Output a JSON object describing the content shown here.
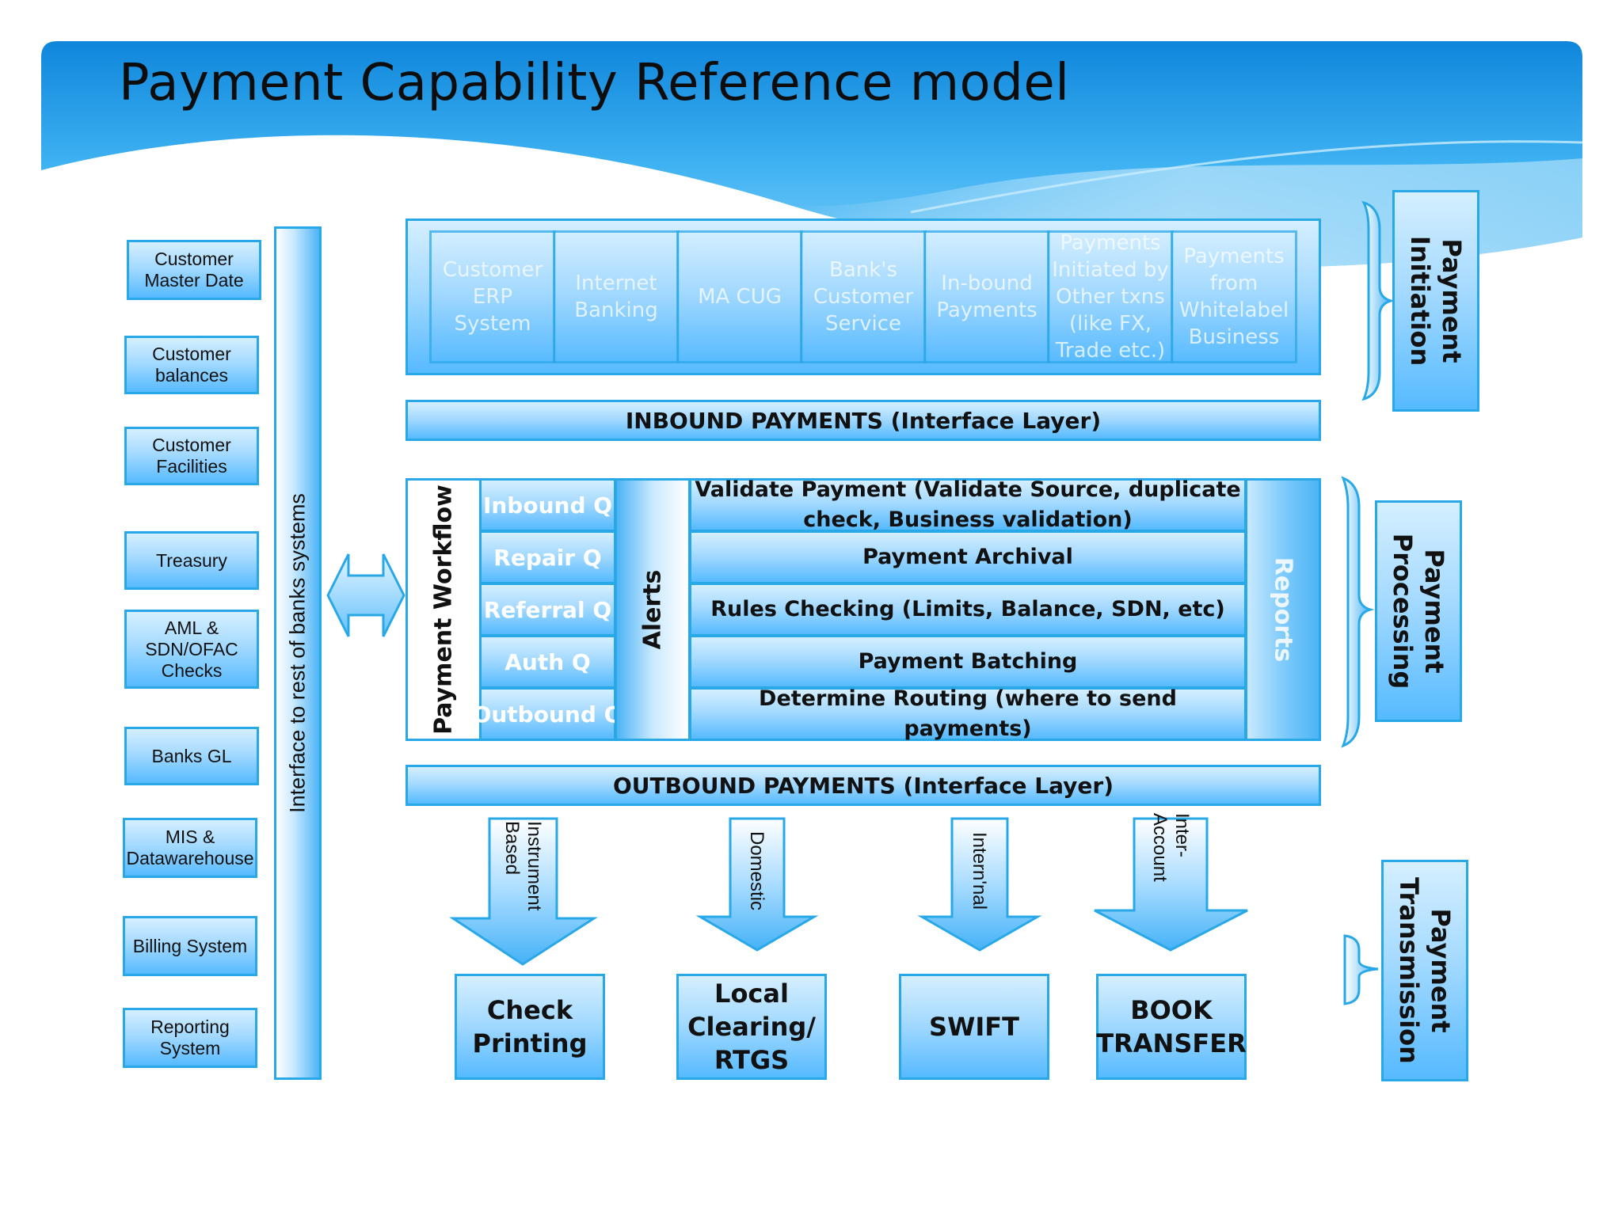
{
  "title": "Payment Capability  Reference model",
  "colors": {
    "accent": "#29a8e8",
    "box_light": "#d5efff",
    "box_dark": "#56baff",
    "header_blue": "#1a8fe0"
  },
  "bank_systems": [
    {
      "label": "Customer Master Date"
    },
    {
      "label": "Customer balances"
    },
    {
      "label": "Customer Facilities"
    },
    {
      "label": "Treasury"
    },
    {
      "label": "AML & SDN/OFAC Checks"
    },
    {
      "label": "Banks GL"
    },
    {
      "label": "MIS & Datawarehouse"
    },
    {
      "label": "Billing System"
    },
    {
      "label": "Reporting System"
    }
  ],
  "interface_bar": "Interface to rest of banks systems",
  "channels": [
    {
      "label": "Customer ERP System"
    },
    {
      "label": "Internet Banking"
    },
    {
      "label": "MA CUG"
    },
    {
      "label": "Bank's Customer Service"
    },
    {
      "label": "In-bound Payments"
    },
    {
      "label": "Payments Initiated by Other txns (like FX, Trade etc.)"
    },
    {
      "label": "Payments from Whitelabel Business"
    }
  ],
  "inbound_layer": "INBOUND PAYMENTS (Interface Layer)",
  "outbound_layer": "OUTBOUND PAYMENTS (Interface Layer)",
  "workflow_label": "Payment Workflow",
  "queues": [
    "Inbound Q",
    "Repair Q",
    "Referral Q",
    "Auth Q",
    "Outbound Q"
  ],
  "alerts_label": "Alerts",
  "reports_label": "Reports",
  "processing_steps": [
    "Validate Payment (Validate Source, duplicate check, Business validation)",
    "Payment Archival",
    "Rules Checking (Limits, Balance, SDN, etc)",
    "Payment Batching",
    "Determine Routing (where to send payments)"
  ],
  "outbound_routes": [
    {
      "arrow_label": "Instrument Based",
      "destination": "Check Printing"
    },
    {
      "arrow_label": "Domestic",
      "destination": "Local Clearing/ RTGS"
    },
    {
      "arrow_label": "Intern'nal",
      "destination": "SWIFT"
    },
    {
      "arrow_label": "Inter-Account",
      "destination": "BOOK TRANSFER"
    }
  ],
  "phases": [
    {
      "label": "Payment Initiation"
    },
    {
      "label": "Payment Processing"
    },
    {
      "label": "Payment Transmission"
    }
  ]
}
